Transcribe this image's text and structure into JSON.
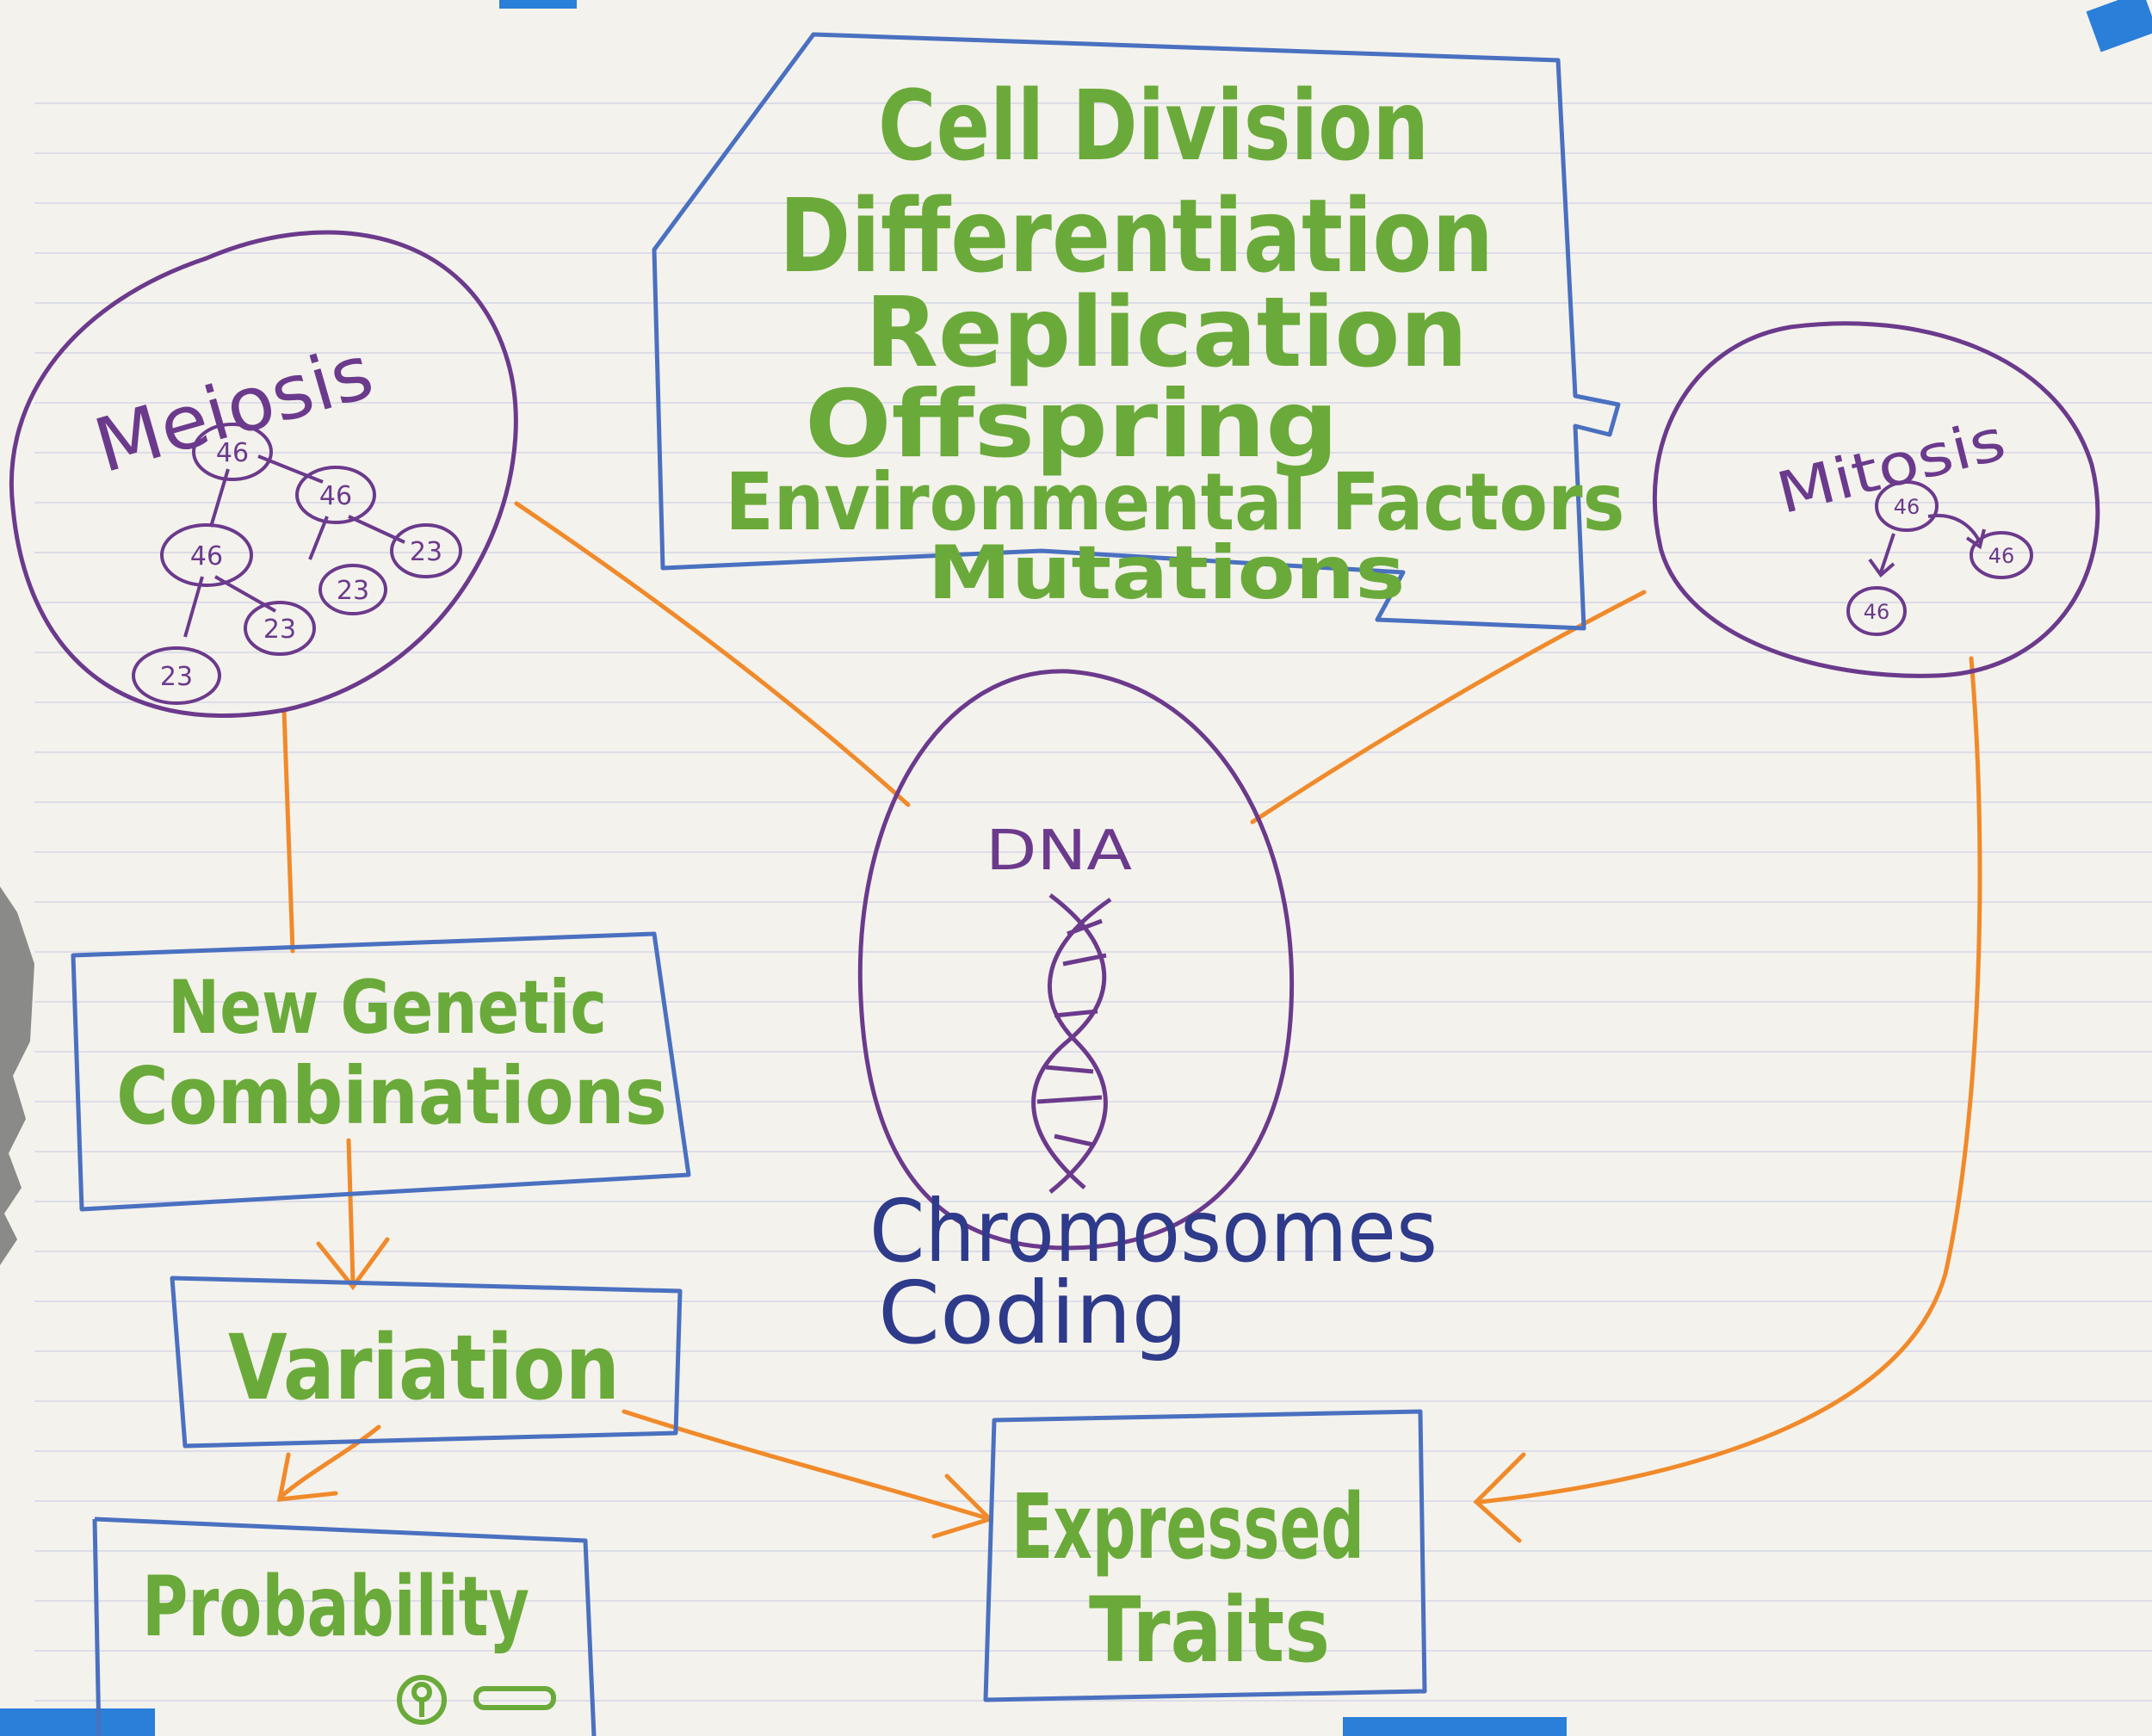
{
  "colors": {
    "paper": "#f4f2ec",
    "green_marker": "#6aaa3a",
    "purple_marker": "#6b3a8c",
    "blue_marker": "#4a70c0",
    "navy_marker": "#2e3a8a",
    "orange_marker": "#f08a2a",
    "tape": "#2a7fd8"
  },
  "top_box": {
    "items": [
      "Cell Division",
      "Differentiation",
      "Replication",
      "Offspring",
      "Environmental Factors",
      "Mutations"
    ]
  },
  "meiosis": {
    "title": "Meiosis",
    "cells": [
      "46",
      "46",
      "46",
      "23",
      "23",
      "23",
      "23"
    ]
  },
  "mitosis": {
    "title": "Mitosis",
    "cells": [
      "46",
      "46",
      "46"
    ]
  },
  "dna": {
    "title": "DNA",
    "labels": [
      "Chromosomes",
      "Coding"
    ]
  },
  "boxes": {
    "new_genetic": [
      "New Genetic",
      "Combinations"
    ],
    "variation": "Variation",
    "probability": "Probability",
    "expressed": [
      "Expressed",
      "Traits"
    ]
  }
}
